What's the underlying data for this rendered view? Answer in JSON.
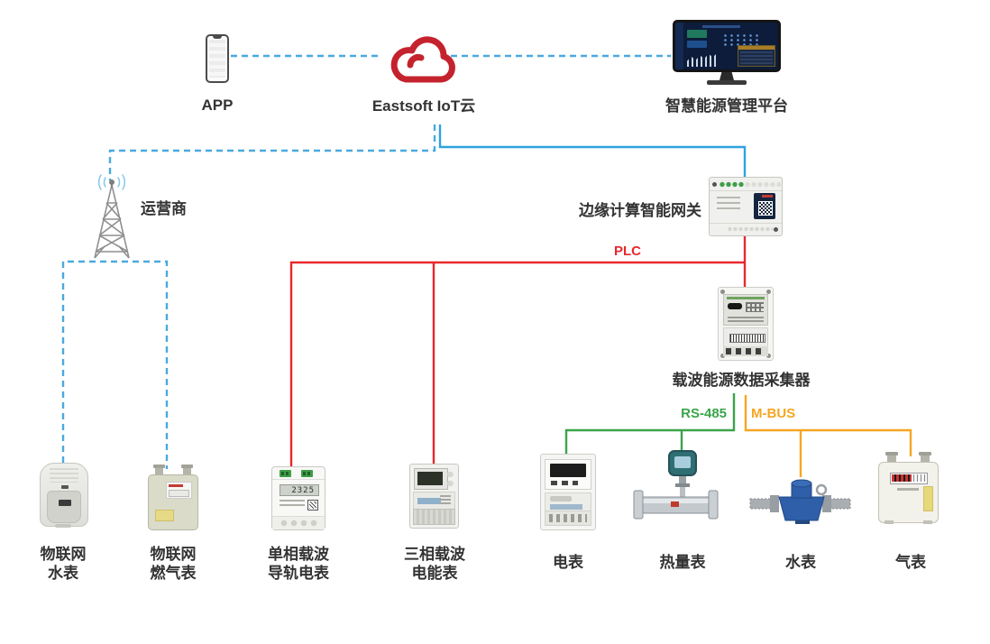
{
  "diagram": {
    "nodes": {
      "app": {
        "label": "APP"
      },
      "cloud": {
        "label": "Eastsoft IoT云"
      },
      "platform": {
        "label": "智慧能源管理平台"
      },
      "operator": {
        "label": "运营商"
      },
      "gateway": {
        "label": "边缘计算智能网关"
      },
      "collector": {
        "label": "载波能源数据采集器"
      }
    },
    "links": {
      "plc": "PLC",
      "rs485": "RS-485",
      "mbus": "M-BUS"
    },
    "devices": [
      {
        "name": "iot-water-meter",
        "label": [
          "物联网",
          "水表"
        ]
      },
      {
        "name": "iot-gas-meter",
        "label": [
          "物联网",
          "燃气表"
        ]
      },
      {
        "name": "single-phase-rail-meter",
        "label": [
          "单相载波",
          "导轨电表"
        ]
      },
      {
        "name": "three-phase-meter",
        "label": [
          "三相载波",
          "电能表"
        ]
      },
      {
        "name": "electric-meter",
        "label": [
          "电表"
        ]
      },
      {
        "name": "heat-meter",
        "label": [
          "热量表"
        ]
      },
      {
        "name": "water-meter",
        "label": [
          "水表"
        ]
      },
      {
        "name": "gas-meter",
        "label": [
          "气表"
        ]
      }
    ],
    "meter_display": "2325",
    "colors": {
      "link_blue_dashed": "#4AA9DF",
      "link_blue_solid": "#2FA3DF",
      "link_red": "#E8282D",
      "link_green": "#3BA449",
      "link_orange": "#F5A623",
      "cloud_red": "#C4232E",
      "tower_gray": "#8F8F8F",
      "signal_blue": "#85C7EA",
      "text": "#333333"
    }
  }
}
